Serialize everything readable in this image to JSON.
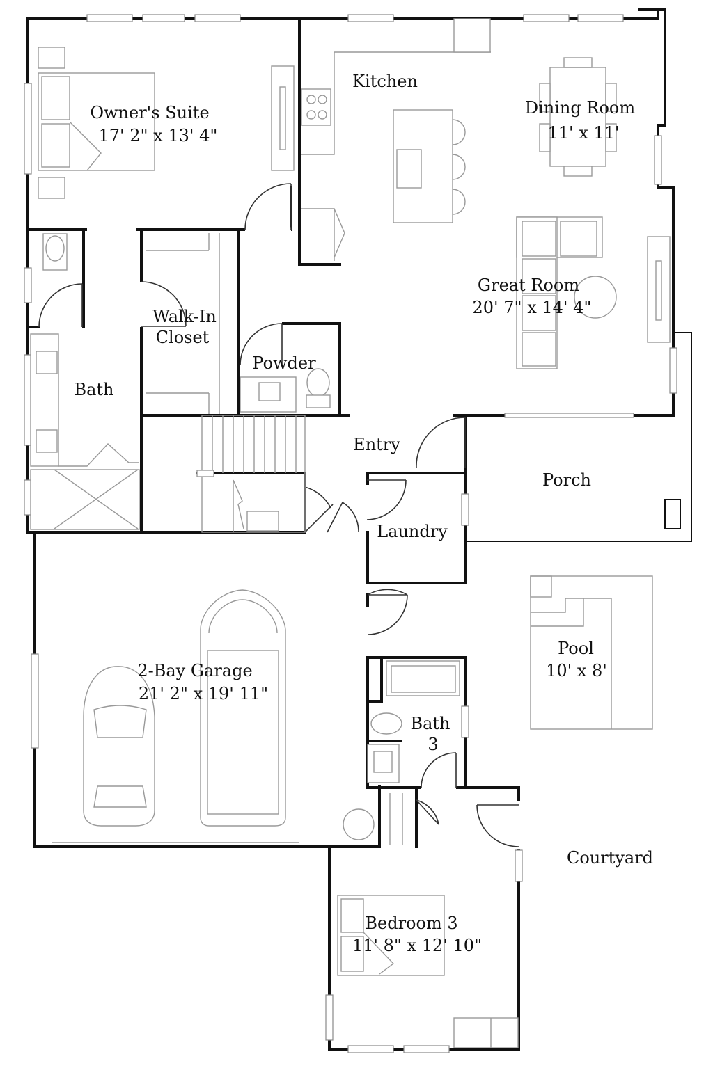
{
  "rooms": {
    "owners_suite": {
      "name": "Owner's Suite",
      "dims": "17' 2\" x 13' 4\""
    },
    "kitchen": {
      "name": "Kitchen"
    },
    "dining_room": {
      "name": "Dining Room",
      "dims": "11' x 11'"
    },
    "great_room": {
      "name": "Great Room",
      "dims": "20' 7\" x 14' 4\""
    },
    "walk_in_closet": {
      "name_line1": "Walk-In",
      "name_line2": "Closet"
    },
    "powder": {
      "name": "Powder"
    },
    "bath": {
      "name": "Bath"
    },
    "entry": {
      "name": "Entry"
    },
    "porch": {
      "name": "Porch"
    },
    "laundry": {
      "name": "Laundry"
    },
    "garage": {
      "name": "2-Bay Garage",
      "dims": "21' 2\" x 19' 11\""
    },
    "pool": {
      "name": "Pool",
      "dims": "10' x 8'"
    },
    "bath3": {
      "name_line1": "Bath",
      "name_line2": "3"
    },
    "courtyard": {
      "name": "Courtyard"
    },
    "bedroom3": {
      "name": "Bedroom 3",
      "dims": "11' 8\" x 12' 10\""
    }
  }
}
